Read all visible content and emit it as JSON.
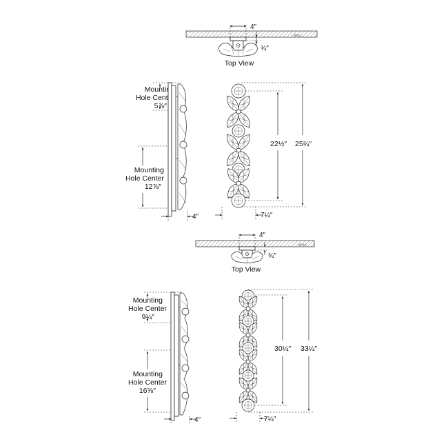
{
  "upper": {
    "top_view": {
      "title": "Top View",
      "wall_label": "WALL",
      "dim_width": "4″",
      "dim_depth": "¾″"
    },
    "side": {
      "mount_label_line1": "Mounting",
      "mount_label_line2": "Hole Center",
      "mount_upper_value": "5⅞″",
      "mount_lower_value": "12⅞″",
      "depth_value": "4″"
    },
    "front": {
      "inner_height": "22½″",
      "overall_height": "25¾″",
      "width": "7¼″"
    }
  },
  "lower": {
    "top_view": {
      "title": "Top View",
      "wall_label": "WALL",
      "dim_width": "4″",
      "dim_depth": "¾″"
    },
    "side": {
      "mount_label_line1": "Mounting",
      "mount_label_line2": "Hole Center",
      "mount_upper_value": "9¼″",
      "mount_lower_value": "16⅝″",
      "depth_value": "4″"
    },
    "front": {
      "inner_height": "30¼″",
      "overall_height": "33¼″",
      "width": "7¼″"
    }
  }
}
